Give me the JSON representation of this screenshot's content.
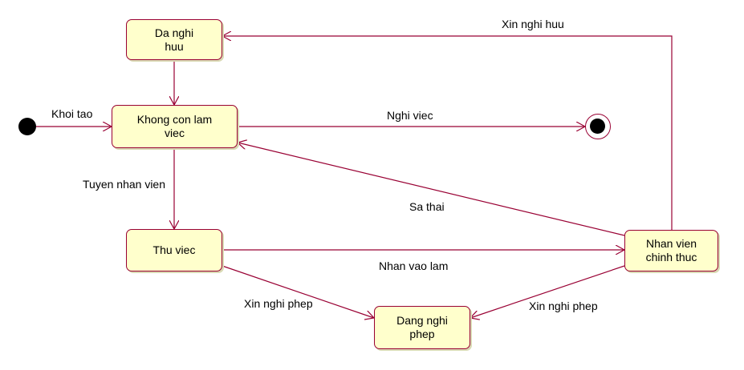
{
  "states": {
    "da_nghi_huu": "Da nghi\nhuu",
    "khong_con_lam_viec": "Khong con lam\nviec",
    "thu_viec": "Thu viec",
    "dang_nghi_phep": "Dang nghi\nphep",
    "nhan_vien_chinh_thuc": "Nhan vien\nchinh thuc"
  },
  "transitions": {
    "khoi_tao": "Khoi tao",
    "nghi_viec": "Nghi viec",
    "xin_nghi_huu": "Xin nghi huu",
    "tuyen_nhan_vien": "Tuyen nhan vien",
    "sa_thai": "Sa thai",
    "nhan_vao_lam": "Nhan vao lam",
    "xin_nghi_phep_left": "Xin nghi phep",
    "xin_nghi_phep_right": "Xin nghi phep"
  },
  "colors": {
    "state_fill": "#ffffcc",
    "state_border": "#990033",
    "arrow": "#990033"
  }
}
